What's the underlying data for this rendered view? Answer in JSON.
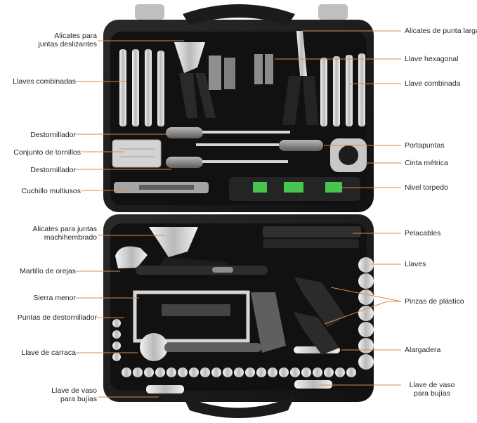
{
  "colors": {
    "case_body": "#1b1b1b",
    "case_inner": "#101010",
    "leader_line": "#d8894f",
    "label_text": "#262626",
    "tool_gray": "#9a9a9a",
    "tool_chrome": "#c9c9c9",
    "level_green": "#48c54f"
  },
  "icons": {
    "main_visual": "toolbox-photo-icon"
  },
  "labels": {
    "left_1": "Alicates para\njuntas deslizantes",
    "left_2": "Llaves combinadas",
    "left_3": "Destornillador",
    "left_4": "Conjunto de tornillos",
    "left_5": "Destornillador",
    "left_6": "Cuchillo multiusos",
    "left_7": "Alicates para juntas\nmachihembrado",
    "left_8": "Martillo de orejas",
    "left_9": "Sierra menor",
    "left_10": "Puntas de destornillador",
    "left_11": "Llave de carraca",
    "left_12": "Llave de vaso\npara bujías",
    "right_1": "Alicates de punta larga",
    "right_2": "Llave hexagonal",
    "right_3": "Llave combinada",
    "right_4": "Portapuntas",
    "right_5": "Cinta métrica",
    "right_6": "Nivel torpedo",
    "right_7": "Pelacables",
    "right_8": "Llaves",
    "right_9": "Pinzas de plástico",
    "right_10": "Alargadera",
    "right_11": "Llave de vaso\npara bujías"
  }
}
